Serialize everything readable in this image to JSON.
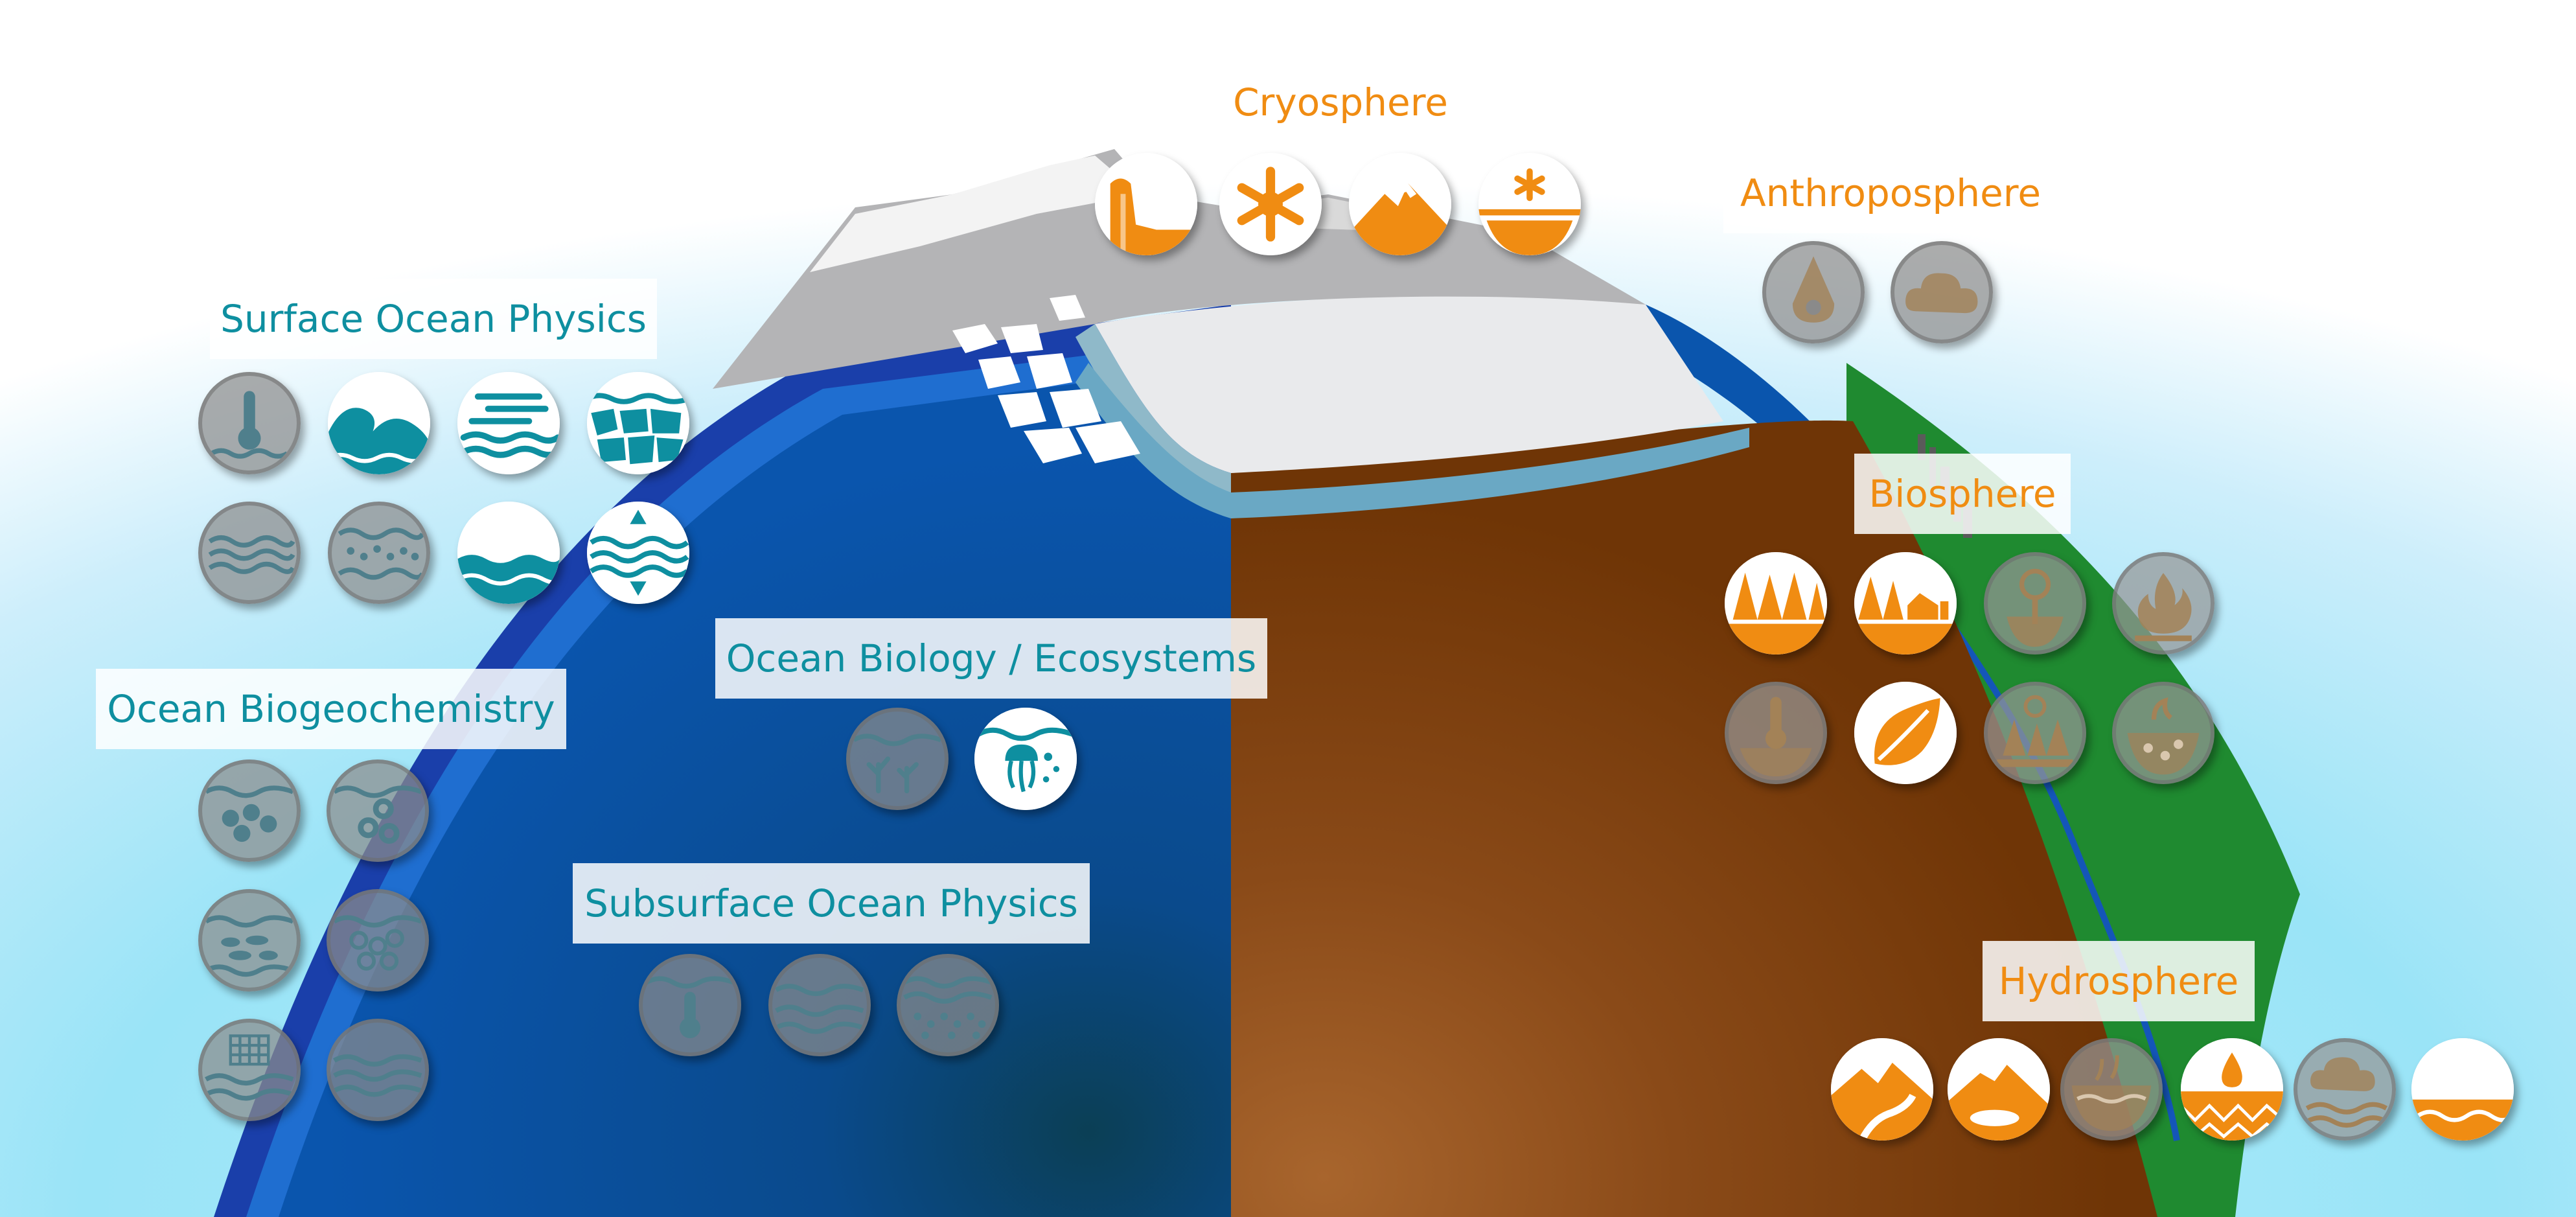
{
  "colors": {
    "ocean_label": "#0e8fa0",
    "land_label": "#f08c12",
    "ocean": "#0a4fa3",
    "land": "#7a3e0c",
    "vegetation": "#1c8a2e",
    "sky": "#8fe6f5",
    "ice": "#e6e6e6"
  },
  "groups": {
    "cryosphere": {
      "label": "Cryosphere",
      "icons": [
        {
          "name": "glacier-icon",
          "active": true
        },
        {
          "name": "snowflake-icon",
          "active": true
        },
        {
          "name": "snow-mountain-icon",
          "active": true
        },
        {
          "name": "frozen-ground-icon",
          "active": true
        }
      ]
    },
    "anthroposphere": {
      "label": "Anthroposphere",
      "icons": [
        {
          "name": "water-use-drop-icon",
          "active": false
        },
        {
          "name": "emissions-cloud-icon",
          "active": false
        }
      ]
    },
    "surface_ocean": {
      "label": "Surface Ocean Physics",
      "icons": [
        {
          "name": "sea-surface-temperature-icon",
          "active": false
        },
        {
          "name": "ocean-wave-icon",
          "active": true
        },
        {
          "name": "surface-wind-icon",
          "active": true
        },
        {
          "name": "sea-ice-floes-icon",
          "active": true
        },
        {
          "name": "surface-currents-icon",
          "active": false
        },
        {
          "name": "sea-surface-salinity-icon",
          "active": false
        },
        {
          "name": "sea-level-icon",
          "active": true
        },
        {
          "name": "sea-level-change-icon",
          "active": true
        }
      ]
    },
    "biogeochemistry": {
      "label": "Ocean Biogeochemistry",
      "icons": [
        {
          "name": "inorganic-carbon-icon",
          "active": false
        },
        {
          "name": "oxygen-icon",
          "active": false
        },
        {
          "name": "nutrients-icon",
          "active": false
        },
        {
          "name": "particles-icon",
          "active": false
        },
        {
          "name": "ocean-color-icon",
          "active": false
        },
        {
          "name": "transient-tracers-icon",
          "active": false
        }
      ]
    },
    "biology": {
      "label": "Ocean Biology / Ecosystems",
      "icons": [
        {
          "name": "marine-habitat-icon",
          "active": false
        },
        {
          "name": "plankton-icon",
          "active": true
        }
      ]
    },
    "subsurface": {
      "label": "Subsurface Ocean Physics",
      "icons": [
        {
          "name": "subsurface-temperature-icon",
          "active": false
        },
        {
          "name": "subsurface-currents-icon",
          "active": false
        },
        {
          "name": "subsurface-salinity-icon",
          "active": false
        }
      ]
    },
    "biosphere": {
      "label": "Biosphere",
      "icons": [
        {
          "name": "forest-icon",
          "active": true
        },
        {
          "name": "land-cover-icon",
          "active": true
        },
        {
          "name": "soil-carbon-icon",
          "active": false
        },
        {
          "name": "fire-icon",
          "active": false
        },
        {
          "name": "soil-temperature-icon",
          "active": false
        },
        {
          "name": "leaf-icon",
          "active": true
        },
        {
          "name": "above-ground-biomass-icon",
          "active": false
        },
        {
          "name": "soil-moisture-icon",
          "active": false
        }
      ]
    },
    "hydrosphere": {
      "label": "Hydrosphere",
      "icons": [
        {
          "name": "river-discharge-icon",
          "active": true
        },
        {
          "name": "lake-icon",
          "active": true
        },
        {
          "name": "evaporation-icon",
          "active": false
        },
        {
          "name": "groundwater-icon",
          "active": true
        },
        {
          "name": "precipitation-icon",
          "active": false
        },
        {
          "name": "terrestrial-water-storage-icon",
          "active": true
        }
      ]
    }
  }
}
